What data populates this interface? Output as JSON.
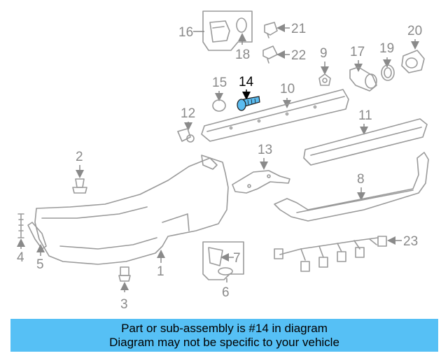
{
  "callouts": {
    "c1": "1",
    "c2": "2",
    "c3": "3",
    "c4": "4",
    "c5": "5",
    "c6": "6",
    "c7": "7",
    "c8": "8",
    "c9": "9",
    "c10": "10",
    "c11": "11",
    "c12": "12",
    "c13": "13",
    "c14": "14",
    "c15": "15",
    "c16": "16",
    "c17": "17",
    "c18": "18",
    "c19": "19",
    "c20": "20",
    "c21": "21",
    "c22": "22",
    "c23": "23"
  },
  "highlighted_part": "14",
  "colors": {
    "part_line": "#9a9a9a",
    "highlight": "#5bbcf0",
    "banner": "#56c0f5"
  },
  "banner": {
    "line1": "Part or sub-assembly is #14 in diagram",
    "line2": "Diagram may not be specific to your vehicle"
  }
}
